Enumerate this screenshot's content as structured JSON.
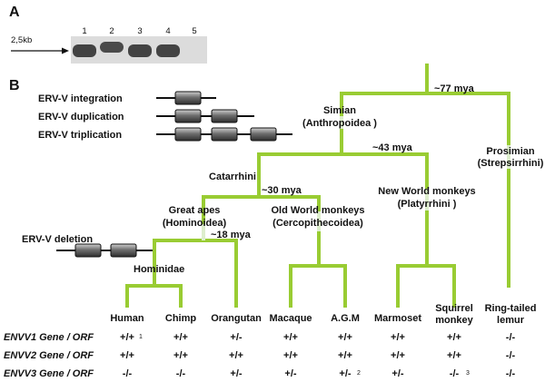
{
  "colors": {
    "branch": "#99cc33",
    "branch_light": "#ddeecc",
    "gel": "#dcdcdc",
    "band": "#3a3a3a"
  },
  "panel_a": {
    "label": "A",
    "size_marker": "2,5kb",
    "lanes": [
      "1",
      "2",
      "3",
      "4",
      "5"
    ],
    "band_present": [
      true,
      true,
      true,
      true,
      false
    ]
  },
  "panel_b": {
    "label": "B",
    "legend": {
      "integration": "ERV-V integration",
      "duplication": "ERV-V duplication",
      "triplication": "ERV-V triplication",
      "deletion": "ERV-V deletion"
    },
    "nodes": {
      "simian": "Simian",
      "simian_sub": "(Anthropoidea )",
      "prosimian": "Prosimian",
      "prosimian_sub": "(Strepsirrhini)",
      "catarrhini": "Catarrhini",
      "new_world": "New World monkeys",
      "new_world_sub": "(Platyrrhini )",
      "great_apes": "Great apes",
      "great_apes_sub": "(Hominoidea)",
      "old_world": "Old World monkeys",
      "old_world_sub": "(Cercopithecoidea)",
      "hominidae": "Hominidae"
    },
    "times": {
      "root": "~77 mya",
      "simian": "~43 mya",
      "catarrhini": "~30 mya",
      "great_apes": "~18 mya"
    },
    "species": [
      "Human",
      "Chimp",
      "Orangutan",
      "Macaque",
      "A.G.M",
      "Marmoset",
      "Squirrel",
      "Ring-tailed"
    ],
    "species_line2": [
      "",
      "",
      "",
      "",
      "",
      "",
      "monkey",
      "lemur"
    ],
    "rows": [
      {
        "label": "ENVV1 Gene / ORF",
        "values": [
          "+/+",
          "+/+",
          "+/-",
          "+/+",
          "+/+",
          "+/+",
          "+/+",
          "-/-"
        ],
        "notes": [
          "1",
          "",
          "",
          "",
          "",
          "",
          "",
          ""
        ]
      },
      {
        "label": "ENVV2 Gene / ORF",
        "values": [
          "+/+",
          "+/+",
          "+/+",
          "+/+",
          "+/+",
          "+/+",
          "+/+",
          "-/-"
        ],
        "notes": [
          "",
          "",
          "",
          "",
          "",
          "",
          "",
          ""
        ]
      },
      {
        "label": "ENVV3 Gene / ORF",
        "values": [
          "-/-",
          "-/-",
          "+/-",
          "+/-",
          "+/-",
          "+/-",
          "-/-",
          "-/-"
        ],
        "notes": [
          "",
          "",
          "",
          "",
          "2",
          "",
          "3",
          ""
        ]
      }
    ]
  }
}
